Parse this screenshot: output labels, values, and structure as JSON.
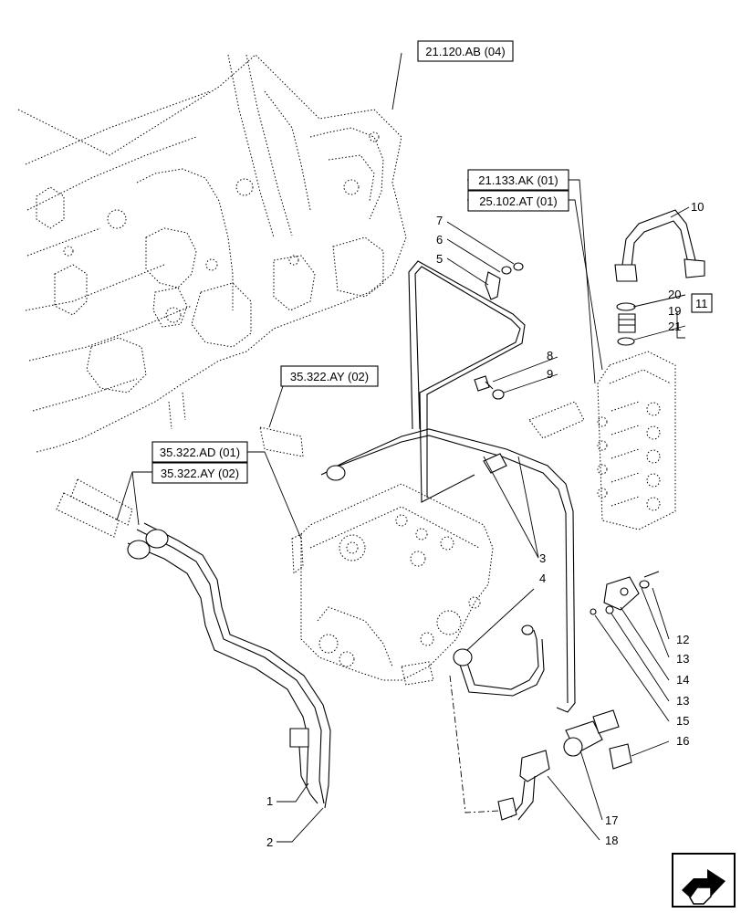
{
  "references": {
    "ref_21_120_ab": "21.120.AB (04)",
    "ref_21_133_ak": "21.133.AK (01)",
    "ref_25_102_at": "25.102.AT (01)",
    "ref_35_322_ay_a": "35.322.AY (02)",
    "ref_35_322_ad": "35.322.AD (01)",
    "ref_35_322_ay_b": "35.322.AY (02)"
  },
  "callouts": {
    "c1": "1",
    "c2": "2",
    "c3": "3",
    "c4": "4",
    "c5": "5",
    "c6": "6",
    "c7": "7",
    "c8": "8",
    "c9": "9",
    "c10": "10",
    "c11": "11",
    "c12": "12",
    "c13a": "13",
    "c13b": "13",
    "c14": "14",
    "c15": "15",
    "c16": "16",
    "c17": "17",
    "c18": "18",
    "c19": "19",
    "c20": "20",
    "c21": "21"
  },
  "icons": {
    "nav": "next-page-arrow-icon"
  }
}
